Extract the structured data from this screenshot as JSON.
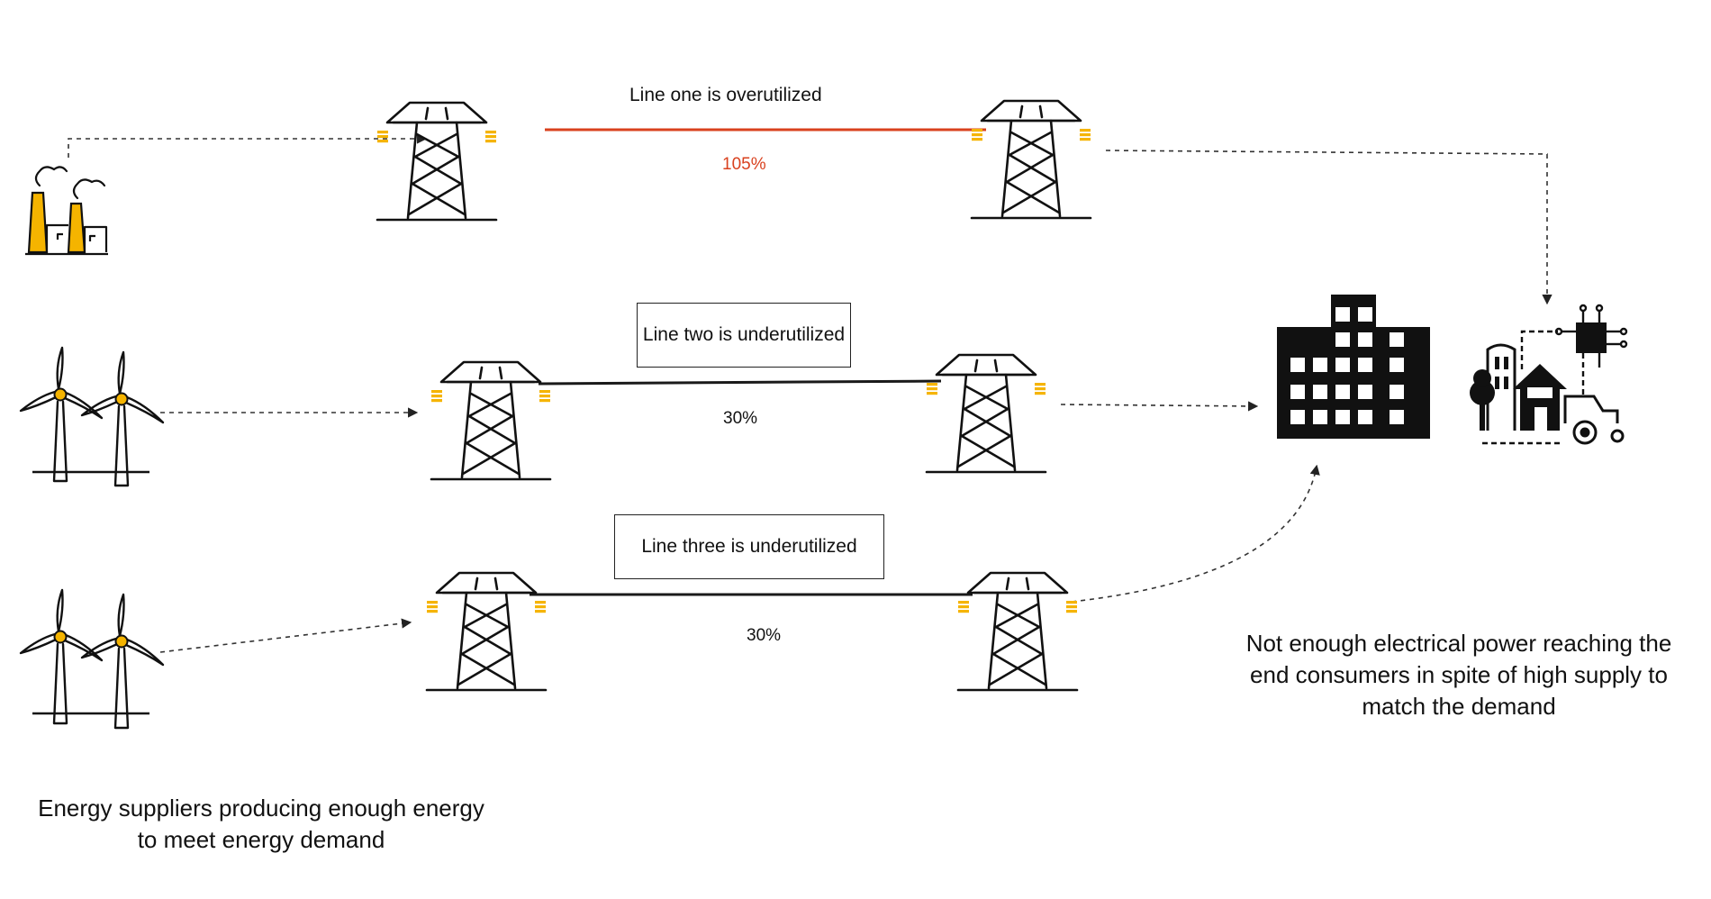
{
  "lines": {
    "one": {
      "label": "Line one is overutilized",
      "value": "105%"
    },
    "two": {
      "label": "Line two is underutilized",
      "value": "30%"
    },
    "three": {
      "label": "Line three is underutilized",
      "value": "30%"
    }
  },
  "captions": {
    "suppliers": "Energy suppliers producing enough energy to meet energy demand",
    "consumers": "Not enough electrical power reaching the end consumers in spite of high supply to match the demand"
  },
  "colors": {
    "overutilized_line": "#d9411e",
    "normal_line": "#1a1a1a",
    "accent": "#f5b400",
    "ink": "#111111"
  },
  "icons": [
    "factory-icon",
    "wind-turbine-icon",
    "transmission-tower-icon",
    "office-building-icon",
    "smart-city-icon"
  ]
}
